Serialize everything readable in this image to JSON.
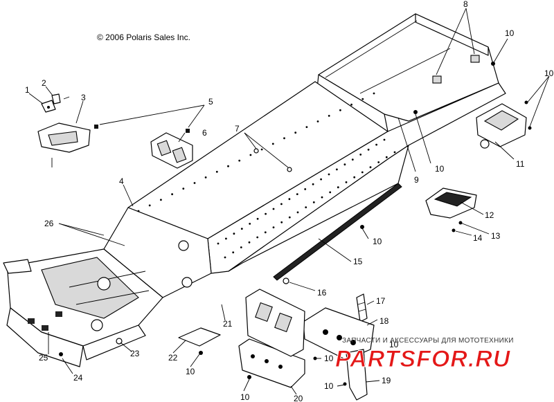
{
  "copyright": "© 2006 Polaris Sales Inc.",
  "watermark": {
    "tagline": "ЗАПЧАСТИ И АКСЕССУАРЫ ДЛЯ МОТОТЕХНИКИ",
    "brand": "PARTSFOR.RU",
    "brand_color": "#e41818"
  },
  "callouts": {
    "c1": "1",
    "c2": "2",
    "c3": "3",
    "c4": "4",
    "c5": "5",
    "c6": "6",
    "c7": "7",
    "c8": "8",
    "c9": "9",
    "c10a": "10",
    "c10b": "10",
    "c10c": "10",
    "c10d": "10",
    "c10e": "10",
    "c10f": "10",
    "c10g": "10",
    "c10h": "10",
    "c10i": "10",
    "c11": "11",
    "c12": "12",
    "c13": "13",
    "c14": "14",
    "c15": "15",
    "c16": "16",
    "c17": "17",
    "c18": "18",
    "c19": "19",
    "c20": "20",
    "c21": "21",
    "c22": "22",
    "c23": "23",
    "c24": "24",
    "c25": "25",
    "c26": "26"
  }
}
